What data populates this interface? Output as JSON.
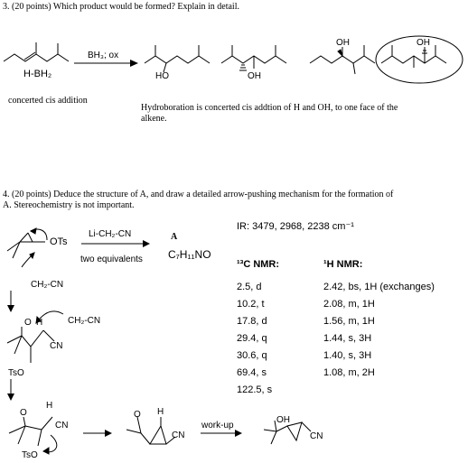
{
  "q3": {
    "header": "3.  (20 points)  Which product would be formed? Explain in detail.",
    "reagent": "BH₃; ox",
    "borane_label": "H-BH₂",
    "caption_left": "concerted cis addition",
    "explanation_line1": "Hydroboration is concerted cis addtion of H and OH, to one face of the",
    "explanation_line2": "alkene.",
    "labels": {
      "ho": "HO",
      "oh": "OH"
    }
  },
  "q4": {
    "header_line1": "4. (20 points) Deduce the structure of A, and draw a detailed arrow-pushing mechanism for the formation of",
    "header_line2": "A. Stereochemistry is not important.",
    "reagent_top": "Li-CH₂-CN",
    "reagent_bottom": "two equivalents",
    "compound_label": "A",
    "formula": "C₇H₁₁NO",
    "ir": "IR: 3479, 2968, 2238 cm⁻¹",
    "c13_header": "¹³C NMR:",
    "h1_header": "¹H NMR:",
    "c13": [
      "2.5, d",
      "10.2, t",
      "17.8, d",
      "29.4, q",
      "30.6, q",
      "69.4, s",
      "122.5, s"
    ],
    "h1": [
      "2.42, bs, 1H (exchanges)",
      "2.08, m, 1H",
      "1.56, m, 1H",
      "1.44, s, 3H",
      "1.40, s, 3H",
      "1.08, m, 2H"
    ],
    "workup": "work-up",
    "labels": {
      "ots": "OTs",
      "ch2cn": "CH₂-CN",
      "cn": "CN",
      "tso": "TsO",
      "o": "O",
      "h": "H",
      "oh": "OH"
    }
  }
}
